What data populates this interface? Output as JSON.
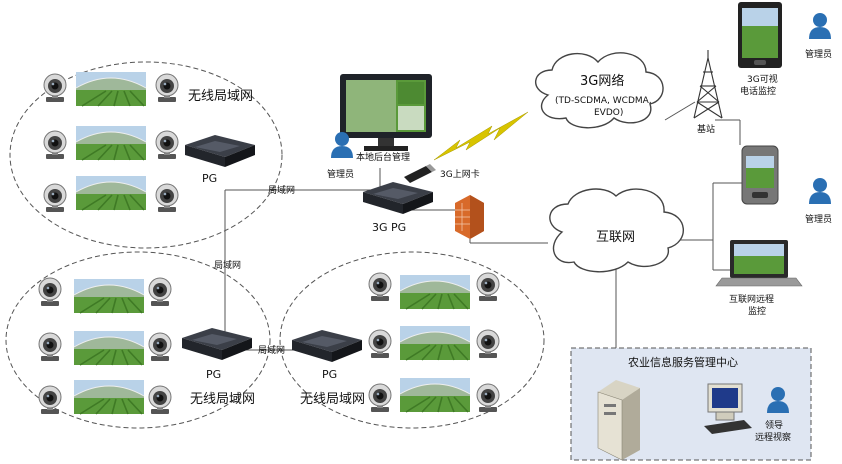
{
  "labels": {
    "wlan_top": "无线局域网",
    "wlan_bottom_left": "无线局域网",
    "wlan_bottom_right": "无线局域网",
    "pg": "PG",
    "pg_3g": "3G PG",
    "lan": "局域网",
    "local_admin": "本地后台管理",
    "admin": "管理员",
    "card_3g": "3G上网卡",
    "net_3g_title": "3G网络",
    "net_3g_sub1": "(TD-SCDMA, WCDMA,",
    "net_3g_sub2": "EVDO)",
    "base_station": "基站",
    "phone_line1": "3G可视",
    "phone_line2": "电话监控",
    "internet": "互联网",
    "laptop_line1": "互联网远程",
    "laptop_line2": "监控",
    "center": "农业信息服务管理中心",
    "leader_line1": "领导",
    "leader_line2": "远程视察"
  },
  "colors": {
    "link_line": "#555555",
    "dashed_group": "#555555",
    "person_head": "#2a6fb3",
    "firewall": "#d86a2a",
    "lightning": "#d8c400",
    "center_bg": "#dfe6f2",
    "greenhouse_green": "#5a9a3a",
    "greenhouse_sky": "#b9d2e8"
  },
  "icons": {
    "camera": "dome-camera-icon",
    "pg_box": "pg-device-icon",
    "greenhouse": "greenhouse-photo-icon",
    "person": "person-icon",
    "cloud": "cloud-icon",
    "tower": "base-station-tower-icon",
    "firewall": "firewall-icon",
    "monitor": "monitor-icon",
    "usb": "usb-modem-icon",
    "phone": "smartphone-icon",
    "laptop": "laptop-icon",
    "server": "server-icon",
    "desktop": "desktop-pc-icon"
  }
}
